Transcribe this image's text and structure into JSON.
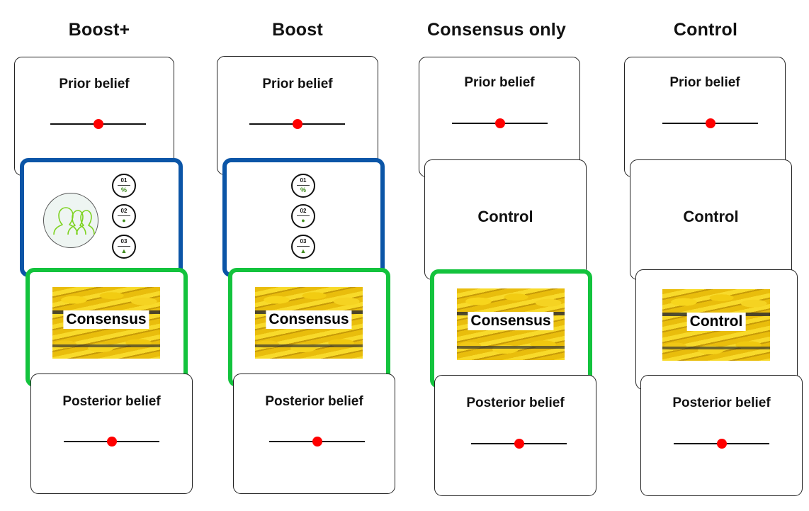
{
  "columns": [
    {
      "title": "Boost+",
      "prior": {
        "label": "Prior belief",
        "value": 0.5
      },
      "intervention": {
        "type": "boost",
        "show_people": true,
        "strategies": [
          {
            "number": "01",
            "icon": "percent-icon",
            "glyph": "%"
          },
          {
            "number": "02",
            "icon": "speech-bubble-icon",
            "glyph": "●"
          },
          {
            "number": "03",
            "icon": "graduation-cap-icon",
            "glyph": "▲"
          }
        ]
      },
      "message": {
        "label": "Consensus",
        "highlight": "green"
      },
      "posterior": {
        "label": "Posterior belief",
        "value": 0.5
      }
    },
    {
      "title": "Boost",
      "prior": {
        "label": "Prior belief",
        "value": 0.5
      },
      "intervention": {
        "type": "boost",
        "show_people": false,
        "strategies": [
          {
            "number": "01",
            "icon": "percent-icon",
            "glyph": "%"
          },
          {
            "number": "02",
            "icon": "speech-bubble-icon",
            "glyph": "●"
          },
          {
            "number": "03",
            "icon": "graduation-cap-icon",
            "glyph": "▲"
          }
        ]
      },
      "message": {
        "label": "Consensus",
        "highlight": "green"
      },
      "posterior": {
        "label": "Posterior belief",
        "value": 0.5
      }
    },
    {
      "title": "Consensus only",
      "prior": {
        "label": "Prior belief",
        "value": 0.5
      },
      "intervention": {
        "type": "control",
        "label": "Control"
      },
      "message": {
        "label": "Consensus",
        "highlight": "green"
      },
      "posterior": {
        "label": "Posterior belief",
        "value": 0.5
      }
    },
    {
      "title": "Control",
      "prior": {
        "label": "Prior belief",
        "value": 0.5
      },
      "intervention": {
        "type": "control",
        "label": "Control"
      },
      "message": {
        "label": "Control",
        "highlight": "none"
      },
      "posterior": {
        "label": "Posterior belief",
        "value": 0.5
      }
    }
  ],
  "colors": {
    "boost_border": "#0b55a7",
    "consensus_border": "#13c33d",
    "slider_knob": "#ff0000",
    "people_icon": "#7ed321",
    "strategy_icon": "#3f8c1e"
  }
}
